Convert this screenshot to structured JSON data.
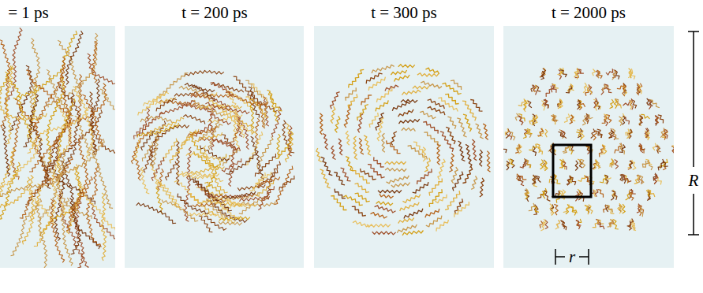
{
  "diagram": {
    "labels": [
      "= 1 ps",
      "t = 200 ps",
      "t = 300 ps",
      "t = 2000 ps",
      "R",
      "r"
    ]
  }
}
